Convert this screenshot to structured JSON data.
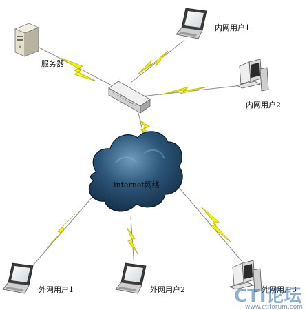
{
  "nodes": {
    "server": {
      "label": "服务器"
    },
    "lan_user_1": {
      "label": "内网用户1"
    },
    "lan_user_2": {
      "label": "内网用户2"
    },
    "internet": {
      "label": "internet网络"
    },
    "wan_user_1": {
      "label": "外网用户1"
    },
    "wan_user_2": {
      "label": "外网用户2"
    },
    "wan_user_3": {
      "label": "外网用户3"
    }
  },
  "watermark": {
    "logo": "CTI论坛",
    "site": "www.ctiforum.com"
  },
  "colors": {
    "lightning": "#f2f200",
    "lightning_edge": "#b9b900",
    "cloud_dark": "#0f2740",
    "cloud_mid": "#2c5577",
    "cloud_light": "#6f9bbd",
    "watermark": "#2f6fb6"
  },
  "icons": [
    "server-icon",
    "switch-icon",
    "laptop-icon",
    "desktop-pc-icon",
    "cloud-icon",
    "lightning-bolt-icon"
  ]
}
